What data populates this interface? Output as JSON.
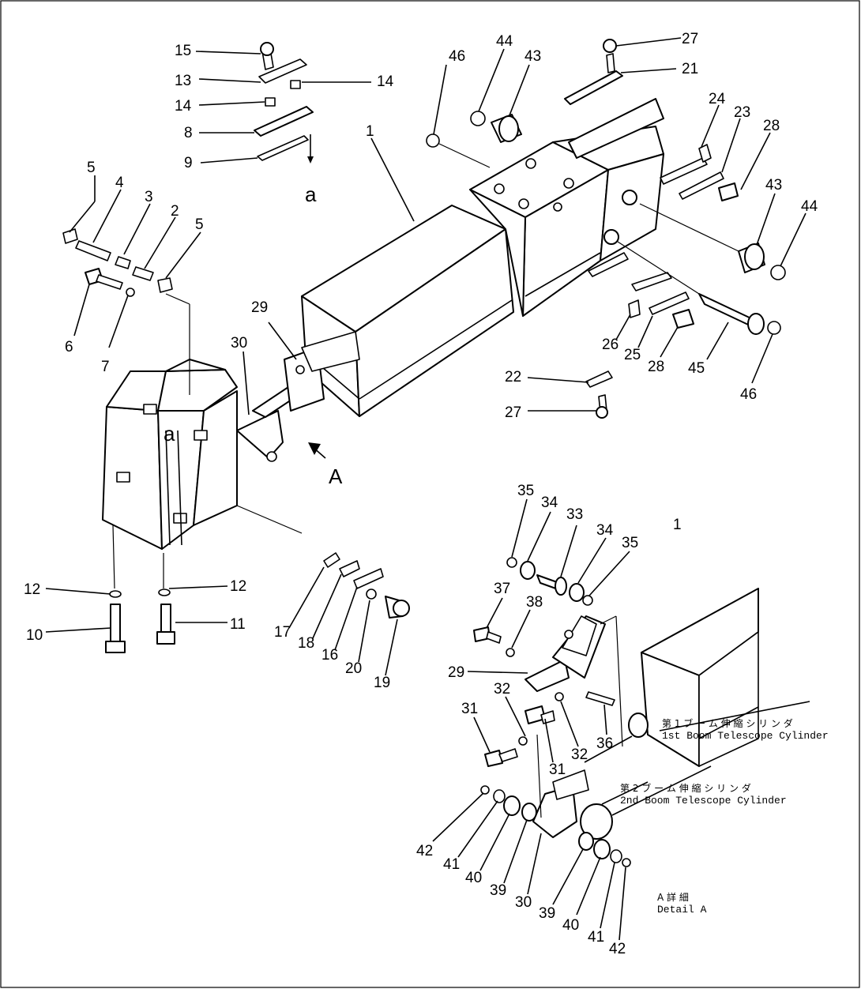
{
  "diagram": {
    "callouts": {
      "n1": "1",
      "n2": "2",
      "n3": "3",
      "n4": "4",
      "n5": "5",
      "n6": "6",
      "n7": "7",
      "n8": "8",
      "n9": "9",
      "n10": "10",
      "n11": "11",
      "n12": "12",
      "n13": "13",
      "n14": "14",
      "n15": "15",
      "n16": "16",
      "n17": "17",
      "n18": "18",
      "n19": "19",
      "n20": "20",
      "n21": "21",
      "n22": "22",
      "n23": "23",
      "n24": "24",
      "n25": "25",
      "n26": "26",
      "n27": "27",
      "n28": "28",
      "n29": "29",
      "n30": "30",
      "n31": "31",
      "n32": "32",
      "n33": "33",
      "n34": "34",
      "n35": "35",
      "n36": "36",
      "n37": "37",
      "n38": "38",
      "n39": "39",
      "n40": "40",
      "n41": "41",
      "n42": "42",
      "n43": "43",
      "n44": "44",
      "n45": "45",
      "n46": "46"
    },
    "letters": {
      "a": "a",
      "A": "A"
    },
    "annotations": {
      "cyl1_jp": "第 1 ブ ー ム 伸 縮 シ リ ン ダ",
      "cyl1_en": "1st Boom Telescope Cylinder",
      "cyl2_jp": "第 2 ブ ー ム 伸 縮 シ リ ン ダ",
      "cyl2_en": "2nd Boom Telescope Cylinder",
      "detail_jp": "A 詳 細",
      "detail_en": "Detail A"
    }
  }
}
